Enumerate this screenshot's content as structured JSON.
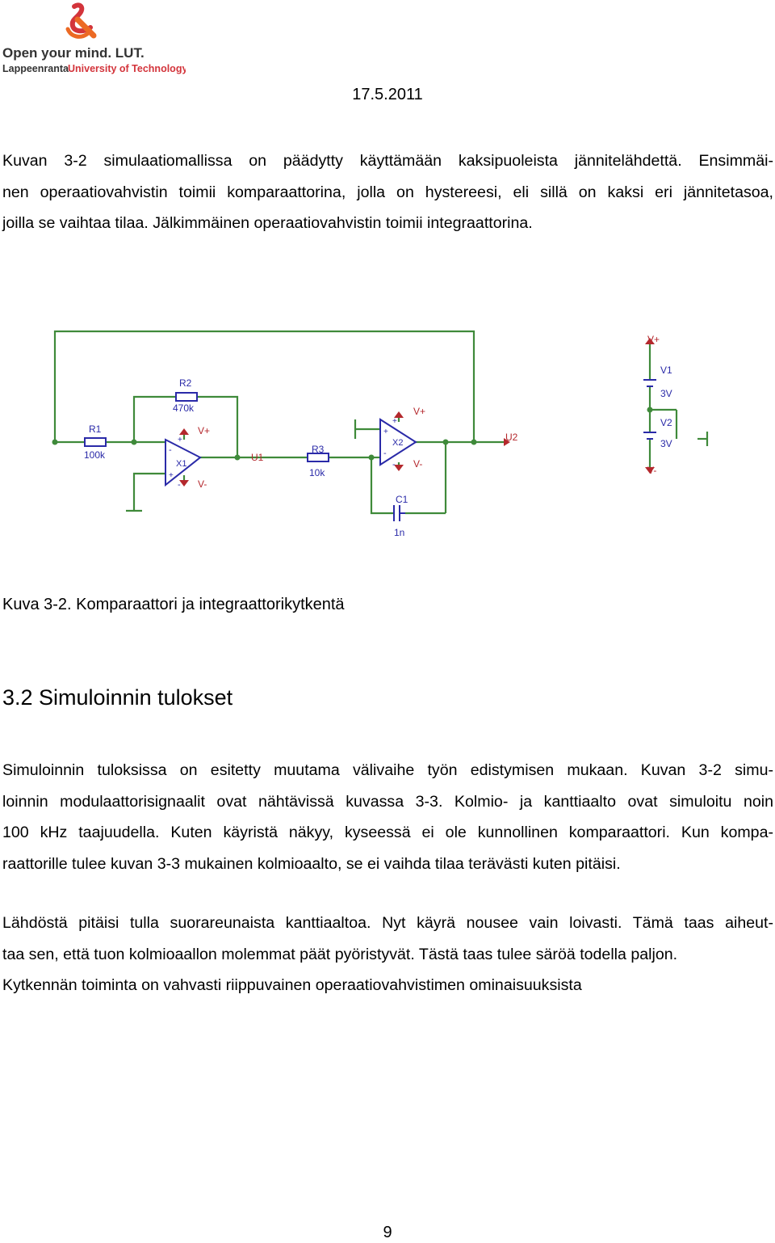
{
  "logo": {
    "tagline": "Open your mind. LUT.",
    "university_a": "Lappeenranta",
    "university_b": "University of Technology"
  },
  "date": "17.5.2011",
  "paragraph1": [
    "Kuvan 3-2 simulaatiomallissa on päädytty käyttämään kaksipuoleista jännitelähdettä.  Ensimmäi-",
    "nen operaatiovahvistin toimii komparaattorina, jolla on hystereesi, eli sillä on kaksi eri jännitetasoa,",
    "joilla se vaihtaa tilaa. Jälkimmäinen operaatiovahvistin toimii integraattorina."
  ],
  "circuit": {
    "r1_name": "R1",
    "r1_value": "100k",
    "r2_name": "R2",
    "r2_value": "470k",
    "r3_name": "R3",
    "r3_value": "10k",
    "c1_name": "C1",
    "c1_value": "1n",
    "x1_name": "X1",
    "x2_name": "X2",
    "u1": "U1",
    "u2": "U2",
    "v1_name": "V1",
    "v1_value": "3V",
    "v2_name": "V2",
    "v2_value": "3V",
    "vplus": "V+",
    "vminus": "V-",
    "plus": "+",
    "minus": "-"
  },
  "caption": "Kuva 3-2. Komparaattori ja integraattorikytkentä",
  "heading": "3.2 Simuloinnin tulokset",
  "paragraph2": [
    "Simuloinnin tuloksissa on esitetty muutama välivaihe työn edistymisen mukaan. Kuvan 3-2 simu-",
    "loinnin modulaattorisignaalit ovat nähtävissä kuvassa 3-3. Kolmio- ja kanttiaalto ovat simuloitu noin",
    "100 kHz taajuudella. Kuten käyristä näkyy, kyseessä ei ole kunnollinen komparaattori. Kun kompa-",
    "raattorille tulee kuvan 3-3 mukainen kolmioaalto, se ei vaihda tilaa terävästi kuten pitäisi."
  ],
  "paragraph3": [
    "Lähdöstä pitäisi tulla suorareunaista kanttiaaltoa. Nyt käyrä nousee vain loivasti. Tämä taas aiheut-",
    "taa sen, että tuon kolmioaallon molemmat päät pyöristyvät. Tästä taas tulee säröä todella paljon.",
    "Kytkennän toiminta on vahvasti riippuvainen operaatiovahvistimen ominaisuuksista"
  ],
  "page_number": "9",
  "colors": {
    "wire": "#3f8a3a",
    "component": "#2a2aa8",
    "label": "#b4282d",
    "logo_orange": "#ec6a24",
    "logo_red": "#d3343b",
    "logo_text": "#333333"
  }
}
